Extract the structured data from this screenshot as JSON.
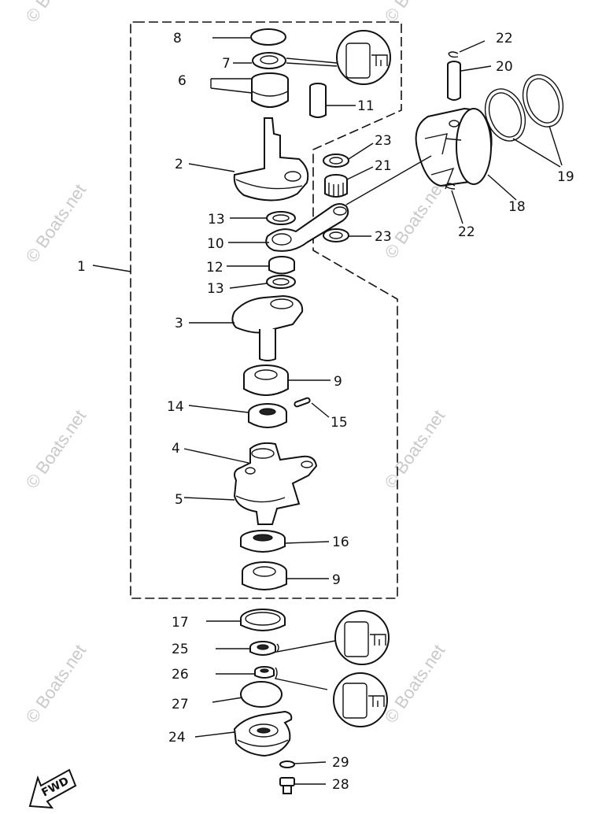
{
  "diagram": {
    "callouts": [
      {
        "id": "n8",
        "text": "8"
      },
      {
        "id": "n7",
        "text": "7"
      },
      {
        "id": "n6",
        "text": "6"
      },
      {
        "id": "n11",
        "text": "11"
      },
      {
        "id": "n2",
        "text": "2"
      },
      {
        "id": "n1",
        "text": "1"
      },
      {
        "id": "n13a",
        "text": "13"
      },
      {
        "id": "n10",
        "text": "10"
      },
      {
        "id": "n12",
        "text": "12"
      },
      {
        "id": "n13b",
        "text": "13"
      },
      {
        "id": "n3",
        "text": "3"
      },
      {
        "id": "n9a",
        "text": "9"
      },
      {
        "id": "n14",
        "text": "14"
      },
      {
        "id": "n15",
        "text": "15"
      },
      {
        "id": "n4",
        "text": "4"
      },
      {
        "id": "n5",
        "text": "5"
      },
      {
        "id": "n16",
        "text": "16"
      },
      {
        "id": "n9b",
        "text": "9"
      },
      {
        "id": "n17",
        "text": "17"
      },
      {
        "id": "n25",
        "text": "25"
      },
      {
        "id": "n26",
        "text": "26"
      },
      {
        "id": "n27",
        "text": "27"
      },
      {
        "id": "n24",
        "text": "24"
      },
      {
        "id": "n29",
        "text": "29"
      },
      {
        "id": "n28",
        "text": "28"
      },
      {
        "id": "n22a",
        "text": "22"
      },
      {
        "id": "n20",
        "text": "20"
      },
      {
        "id": "n23a",
        "text": "23"
      },
      {
        "id": "n21",
        "text": "21"
      },
      {
        "id": "n19",
        "text": "19"
      },
      {
        "id": "n18",
        "text": "18"
      },
      {
        "id": "n22b",
        "text": "22"
      },
      {
        "id": "n23b",
        "text": "23"
      }
    ],
    "fwd_label": "FWD",
    "watermark": "© Boats.net"
  }
}
